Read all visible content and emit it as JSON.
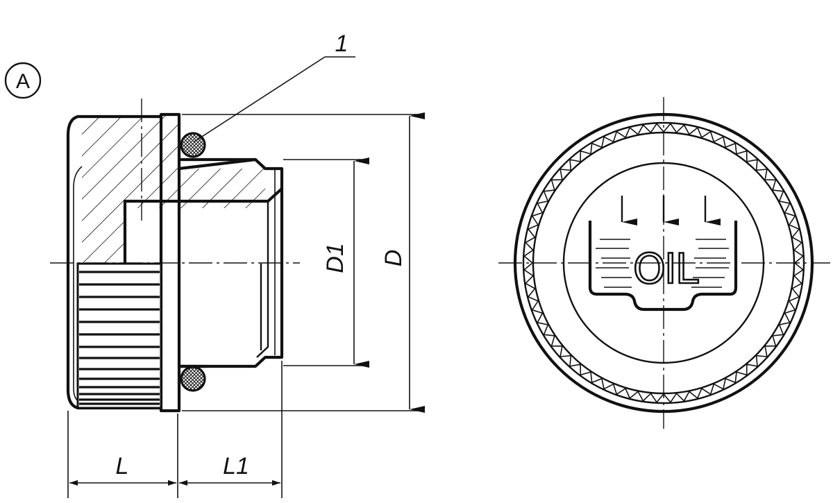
{
  "view_marker": "A",
  "callouts": {
    "part_number": "1"
  },
  "dimensions": {
    "d1": "D1",
    "d": "D",
    "l": "L",
    "l1": "L1"
  },
  "end_view": {
    "emblem_text": "OIL"
  }
}
